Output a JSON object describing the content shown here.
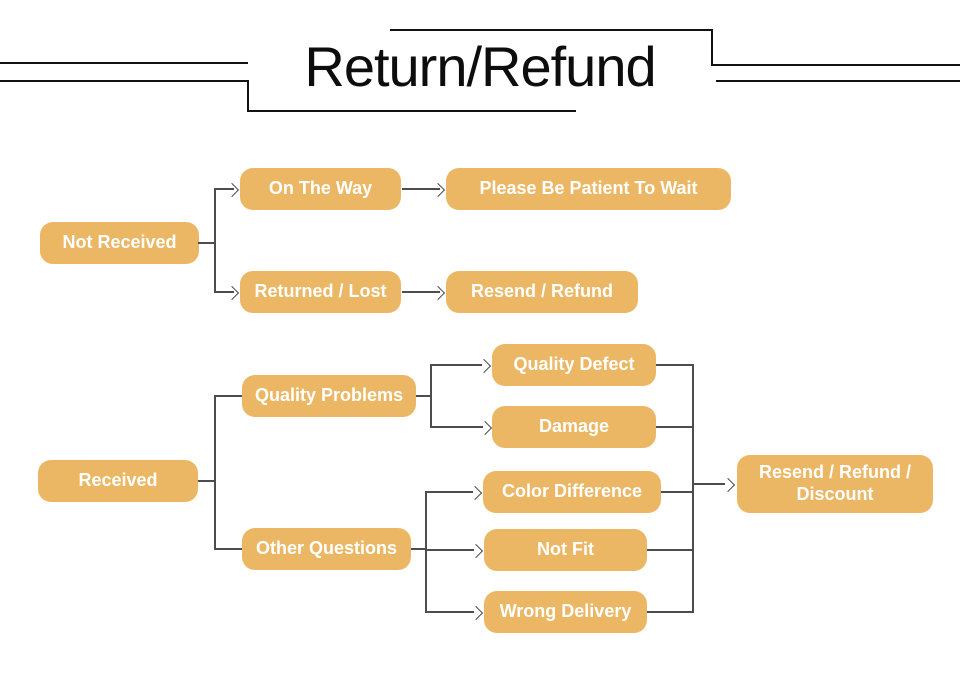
{
  "title": {
    "text": "Return/Refund"
  },
  "colors": {
    "node_fill": "#ECB765",
    "node_text": "#FFFFFF",
    "connector": "#4D4D4D",
    "title_ink": "#121212",
    "background": "#FFFFFF"
  },
  "flowchart": {
    "nodes": {
      "not_received": "Not Received",
      "on_the_way": "On The Way",
      "please_be_patient": "Please Be Patient To Wait",
      "returned_lost": "Returned / Lost",
      "resend_refund": "Resend / Refund",
      "received": "Received",
      "quality_problems": "Quality Problems",
      "other_questions": "Other Questions",
      "quality_defect": "Quality Defect",
      "damage": "Damage",
      "color_difference": "Color Difference",
      "not_fit": "Not Fit",
      "wrong_delivery": "Wrong Delivery",
      "resend_refund_discount": "Resend / Refund / Discount"
    },
    "edges": [
      {
        "from": "Not Received",
        "to": "On The Way",
        "arrow": true
      },
      {
        "from": "Not Received",
        "to": "Returned / Lost",
        "arrow": true
      },
      {
        "from": "On The Way",
        "to": "Please Be Patient To Wait",
        "arrow": true
      },
      {
        "from": "Returned / Lost",
        "to": "Resend / Refund",
        "arrow": true
      },
      {
        "from": "Received",
        "to": "Quality Problems",
        "arrow": false
      },
      {
        "from": "Received",
        "to": "Other Questions",
        "arrow": false
      },
      {
        "from": "Quality Problems",
        "to": "Quality Defect",
        "arrow": true
      },
      {
        "from": "Quality Problems",
        "to": "Damage",
        "arrow": true
      },
      {
        "from": "Other Questions",
        "to": "Color Difference",
        "arrow": true
      },
      {
        "from": "Other Questions",
        "to": "Not Fit",
        "arrow": true
      },
      {
        "from": "Other Questions",
        "to": "Wrong Delivery",
        "arrow": true
      },
      {
        "from": "Quality Defect",
        "to": "Resend / Refund / Discount",
        "arrow": true
      },
      {
        "from": "Damage",
        "to": "Resend / Refund / Discount",
        "arrow": true
      },
      {
        "from": "Color Difference",
        "to": "Resend / Refund / Discount",
        "arrow": true
      },
      {
        "from": "Not Fit",
        "to": "Resend / Refund / Discount",
        "arrow": true
      },
      {
        "from": "Wrong Delivery",
        "to": "Resend / Refund / Discount",
        "arrow": true
      }
    ]
  }
}
